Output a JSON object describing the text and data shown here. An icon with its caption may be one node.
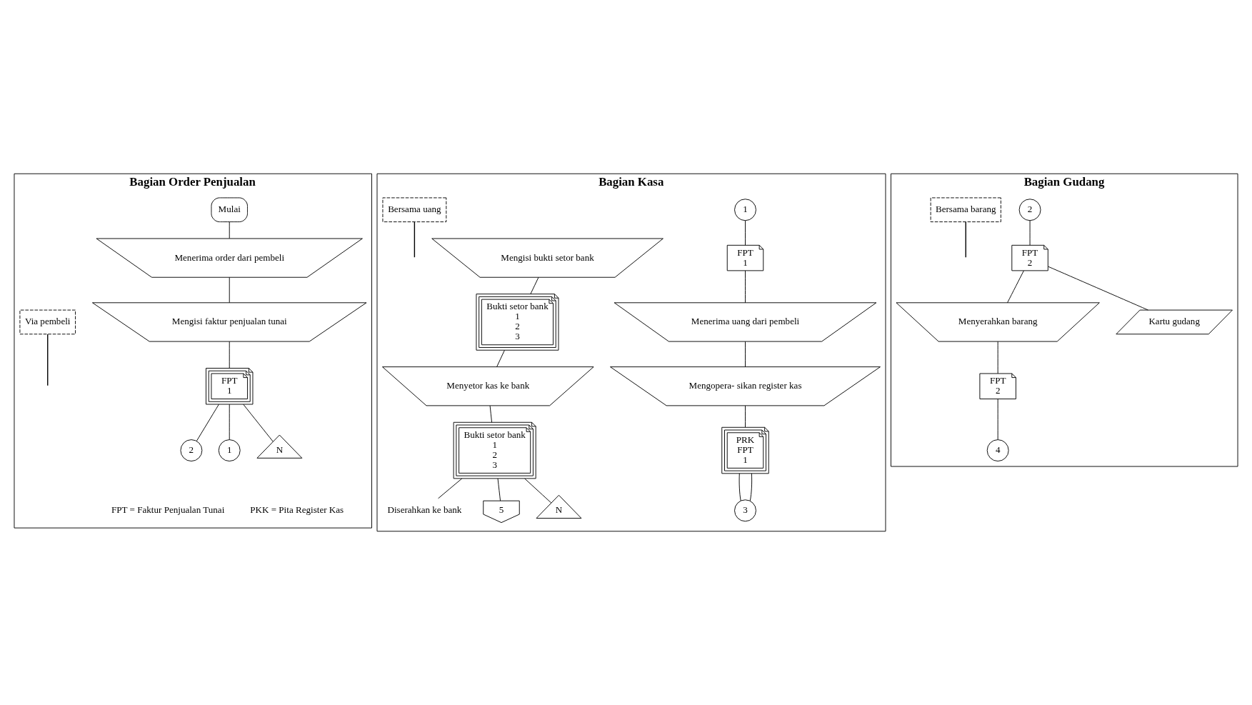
{
  "diagram": {
    "nodes": [
      {
        "text": [
          "Bagian Order Penjualan"
        ]
      },
      {
        "text": [
          "Mulai"
        ],
        "in": 0
      },
      {
        "text": [
          "Menerima order dari pembeli"
        ],
        "in": 0
      },
      {
        "text": [
          "Mengisi faktur penjualan tunai"
        ],
        "in": 0
      },
      {
        "text": [
          "FPT",
          "1"
        ],
        "in": 0
      },
      {
        "text": [
          "2"
        ],
        "in": 0
      },
      {
        "text": [
          "Via pembeli"
        ],
        "in": 0
      },
      {
        "text": [
          "1"
        ],
        "in": 0
      },
      {
        "text": [
          "N"
        ],
        "in": 0
      },
      {
        "text": [
          "Bagian Kasa"
        ]
      },
      {
        "text": [
          "1"
        ],
        "in": 9
      },
      {
        "text": [
          "FPT",
          "1"
        ],
        "in": 9
      },
      {
        "text": [
          "Menerima uang dari pembeli"
        ],
        "in": 9
      },
      {
        "text": [
          "Mengopera- sikan register kas"
        ],
        "in": 9
      },
      {
        "text": [
          "PRK",
          "FPT",
          "1"
        ],
        "in": 9
      },
      {
        "text": [
          "3"
        ],
        "in": 9
      },
      {
        "text": [
          "Mengisi bukti setor bank"
        ],
        "in": 9
      },
      {
        "text": [
          "Bukti setor bank",
          "1",
          "2",
          "3"
        ],
        "in": 9
      },
      {
        "text": [
          "Menyetor kas ke bank"
        ],
        "in": 9
      },
      {
        "text": [
          "Bukti setor bank",
          "1",
          "2",
          "3"
        ],
        "in": 9
      },
      {
        "text": [
          "Bersama uang"
        ],
        "in": 9
      },
      {
        "text": [
          "Diserahkan ke bank"
        ],
        "in": 9
      },
      {
        "text": [
          "5"
        ],
        "in": 9
      },
      {
        "text": [
          "N"
        ],
        "in": 9
      },
      {
        "text": [
          "Bagian Gudang"
        ]
      },
      {
        "text": [
          "2"
        ],
        "in": 24
      },
      {
        "text": [
          "FPT",
          "2"
        ],
        "in": 24
      },
      {
        "text": [
          "Kartu gudang"
        ],
        "in": 24
      },
      {
        "text": [
          "Menyerahkan barang"
        ],
        "in": 24
      },
      {
        "text": [
          "FPT",
          "2"
        ],
        "in": 24
      },
      {
        "text": [
          "Bersama barang"
        ],
        "in": 24
      },
      {
        "text": [
          "4"
        ],
        "in": 24
      }
    ],
    "edges": [
      {
        "from": 1,
        "to": 2,
        "arrow": "none"
      },
      {
        "from": 2,
        "to": 3,
        "arrow": "none"
      },
      {
        "from": 3,
        "to": 4,
        "arrow": "none"
      },
      {
        "from": 4,
        "to": 5,
        "arrow": "none"
      },
      {
        "from": 4,
        "to": 7,
        "arrow": "none"
      },
      {
        "from": 6,
        "to": null,
        "arrow": "none"
      },
      {
        "from": 4,
        "to": 8,
        "arrow": "none"
      },
      {
        "from": 10,
        "to": 11,
        "arrow": "none"
      },
      {
        "from": 11,
        "to": 12,
        "arrow": "none"
      },
      {
        "from": 12,
        "to": 13,
        "arrow": "none"
      },
      {
        "from": 13,
        "to": 14,
        "arrow": "none"
      },
      {
        "from": 14,
        "to": 15,
        "arrow": "none"
      },
      {
        "from": 14,
        "to": 15,
        "arrow": "none"
      },
      {
        "from": 16,
        "to": 17,
        "arrow": "none"
      },
      {
        "from": 17,
        "to": 18,
        "arrow": "none"
      },
      {
        "from": 18,
        "to": 19,
        "arrow": "none"
      },
      {
        "from": 19,
        "to": 21,
        "arrow": "none"
      },
      {
        "from": 20,
        "to": null,
        "arrow": "none"
      },
      {
        "from": 19,
        "to": 22,
        "arrow": "none"
      },
      {
        "from": 19,
        "to": 23,
        "arrow": "none"
      },
      {
        "from": 25,
        "to": 26,
        "arrow": "none"
      },
      {
        "from": 26,
        "to": 27,
        "arrow": "none"
      },
      {
        "from": 26,
        "to": 28,
        "arrow": "none"
      },
      {
        "from": 28,
        "to": 29,
        "arrow": "none"
      },
      {
        "from": 29,
        "to": 31,
        "arrow": "none"
      },
      {
        "from": 30,
        "to": null,
        "arrow": "none"
      }
    ],
    "labels": [
      "FPT = Faktur Penjualan Tunai",
      "PKK = Pita Register Kas"
    ]
  }
}
